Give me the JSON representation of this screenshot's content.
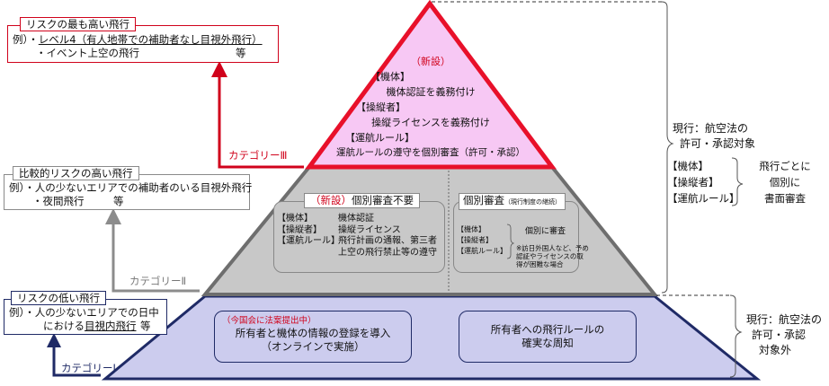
{
  "top_left": {
    "title": "リスクの最も高い飛行",
    "ex_prefix": "例）・",
    "ex_item1": "レベル4（有人地帯での補助者なし目視外飛行）",
    "ex_item2": "・イベント上空の飛行",
    "ex_suffix": "等"
  },
  "middle_left": {
    "title": "比較的リスクの高い飛行",
    "ex_line1": "例）・人の少ないエリアでの補助者のいる目視外飛行",
    "ex_line2": "・夜間飛行",
    "ex_suffix": "等"
  },
  "bottom_left": {
    "title": "リスクの低い飛行",
    "ex_line1": "例）・人の少ないエリアでの日中",
    "ex_line2_pre": "における",
    "ex_line2_ul": "目視内飛行",
    "ex_suffix": "等"
  },
  "categories": {
    "cat3": "カテゴリーⅢ",
    "cat2": "カテゴリーⅡ",
    "cat1": "カテゴリーⅠ"
  },
  "apex": {
    "new_label": "（新設）",
    "airframe_head": "【機体】",
    "airframe_text": "機体認証を義務付け",
    "pilot_head": "【操縦者】",
    "pilot_text": "操縦ライセンスを義務付け",
    "rules_head": "【運航ルール】",
    "rules_text": "運航ルールの遵守を個別審査（許可・承認）"
  },
  "middle_tier": {
    "left_title_new": "（新設）",
    "left_title": "個別審査不要",
    "airframe_head": "【機体】",
    "airframe_text": "機体認証",
    "pilot_head": "【操縦者】",
    "pilot_text": "操縦ライセンス",
    "rules_head": "【運航ルール】",
    "rules_text1": "飛行計画の通報、第三者",
    "rules_text2": "上空の飛行禁止等の遵守",
    "right_title": "個別審査",
    "right_title_sub": "（現行制度の継続）",
    "r_airframe": "【機体】",
    "r_pilot": "【操縦者】",
    "r_rules": "【運航ルール】",
    "r_review": "個別に審査",
    "r_note1": "※訪日外国人など、予め",
    "r_note2": "認証やライセンスの取",
    "r_note3": "得が困難な場合"
  },
  "bottom_tier": {
    "left_note": "（今国会に法案提出中）",
    "left_line1": "所有者と機体の情報の登録を導入",
    "left_line2": "（オンラインで実施）",
    "right_line1": "所有者への飛行ルールの",
    "right_line2": "確実な周知"
  },
  "right_notes": {
    "current1_line1": "現行：航空法の",
    "current1_line2": "許可・承認対象",
    "list1": "【機体】",
    "list2": "【操縦者】",
    "list3": "【運航ルール】",
    "per_flight1": "飛行ごとに",
    "per_flight2": "個別に",
    "per_flight3": "書面審査",
    "current2_line1": "現行：航空法の",
    "current2_line2": "許可・承認",
    "current2_line3": "対象外"
  },
  "colors": {
    "apex_fill": "#f7c8f4",
    "apex_border": "#e8102a",
    "middle_fill": "#c8c8c8",
    "middle_border": "#6e6e6e",
    "bottom_fill": "#ccccee",
    "bottom_border": "#1f2a66",
    "red": "#d0021b",
    "gray_arrow": "#8c8c8c",
    "navy": "#1f2a66"
  }
}
